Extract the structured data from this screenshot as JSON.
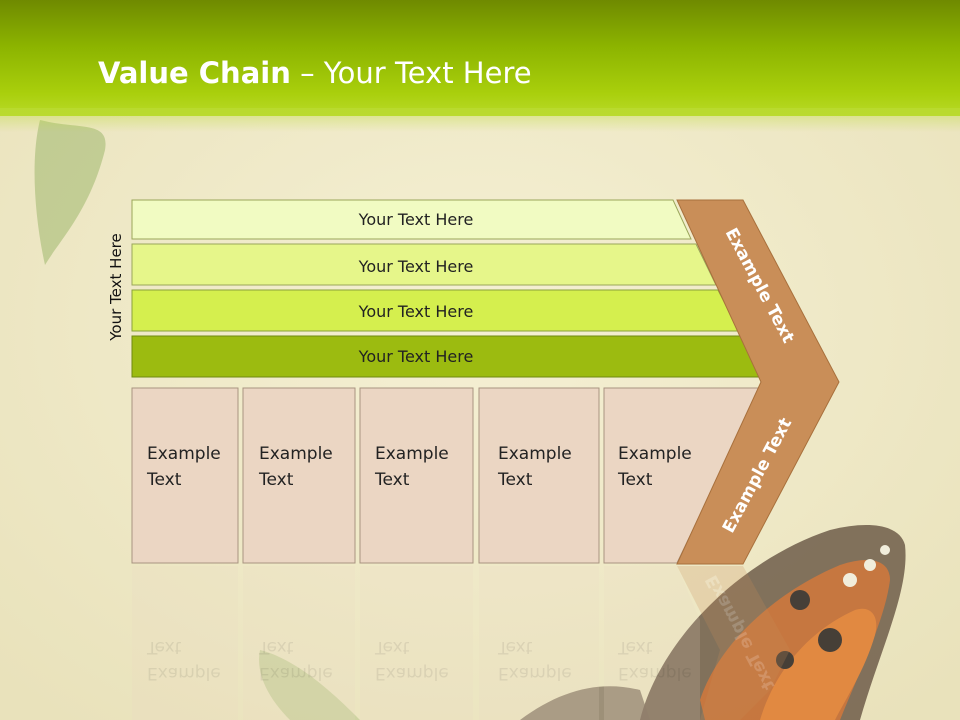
{
  "slide": {
    "title_bold": "Value Chain",
    "title_rest": " – Your Text Here",
    "side_label": "Your Text Here"
  },
  "bars": [
    {
      "label": "Your Text Here",
      "color": "#f1fbc2"
    },
    {
      "label": "Your Text Here",
      "color": "#e6f68a"
    },
    {
      "label": "Your Text Here",
      "color": "#d5ef4e"
    },
    {
      "label": "Your Text Here",
      "color": "#9cbb10"
    }
  ],
  "boxes": [
    {
      "line1": "Example",
      "line2": "Text"
    },
    {
      "line1": "Example",
      "line2": "Text"
    },
    {
      "line1": "Example",
      "line2": "Text"
    },
    {
      "line1": "Example",
      "line2": "Text"
    },
    {
      "line1": "Example",
      "line2": "Text"
    }
  ],
  "chevron": {
    "upper_text": "Example Text",
    "lower_text": "Example Text",
    "color": "#c98e58"
  },
  "colors": {
    "header_green": "#9cc400",
    "box_fill": "#ebd6c3",
    "background": "#f1ecca"
  }
}
